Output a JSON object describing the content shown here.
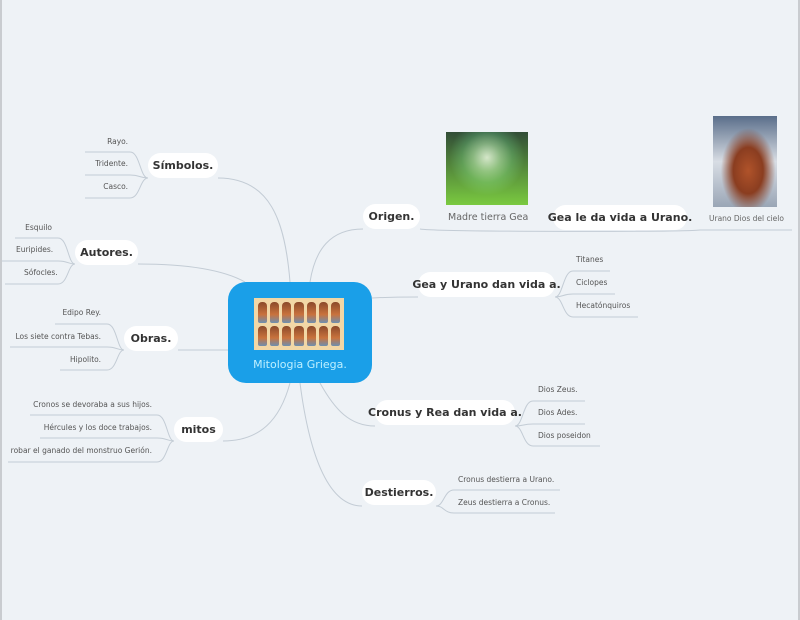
{
  "central": {
    "title": "Mitologia Griega.",
    "image": "greek-gods-image"
  },
  "branches": {
    "simbolos": {
      "label": "Símbolos.",
      "items": [
        "Rayo.",
        "Tridente.",
        "Casco."
      ]
    },
    "autores": {
      "label": "Autores.",
      "items": [
        "Esquilo",
        "Euripides.",
        "Sófocles."
      ]
    },
    "obras": {
      "label": "Obras.",
      "items": [
        "Edipo Rey.",
        "Los siete contra Tebas.",
        "Hipolito."
      ]
    },
    "mitos": {
      "label": "mitos",
      "items": [
        "Cronos se devoraba a sus hijos.",
        "Hércules y los doce trabajos.",
        "robar el ganado del monstruo Gerión."
      ]
    },
    "origen": {
      "label": "Origen.",
      "image_caption": "Madre tierra Gea",
      "child": {
        "label": "Gea le da vida a Urano.",
        "image_caption": "Urano Dios del cielo"
      }
    },
    "gea_urano": {
      "label": "Gea y Urano dan vida a.",
      "items": [
        "Titanes",
        "Ciclopes",
        "Hecatónquiros"
      ]
    },
    "cronus_rea": {
      "label": "Cronus y Rea dan vida a.",
      "items": [
        "Dios Zeus.",
        "Dios Ades.",
        "Dios poseidon"
      ]
    },
    "destierros": {
      "label": "Destierros.",
      "items": [
        "Cronus destierra a Urano.",
        "Zeus destierra a Cronus."
      ]
    }
  },
  "colors": {
    "central": "#1a9fe8",
    "background": "#eef2f6",
    "line": "#c3ccd5"
  }
}
